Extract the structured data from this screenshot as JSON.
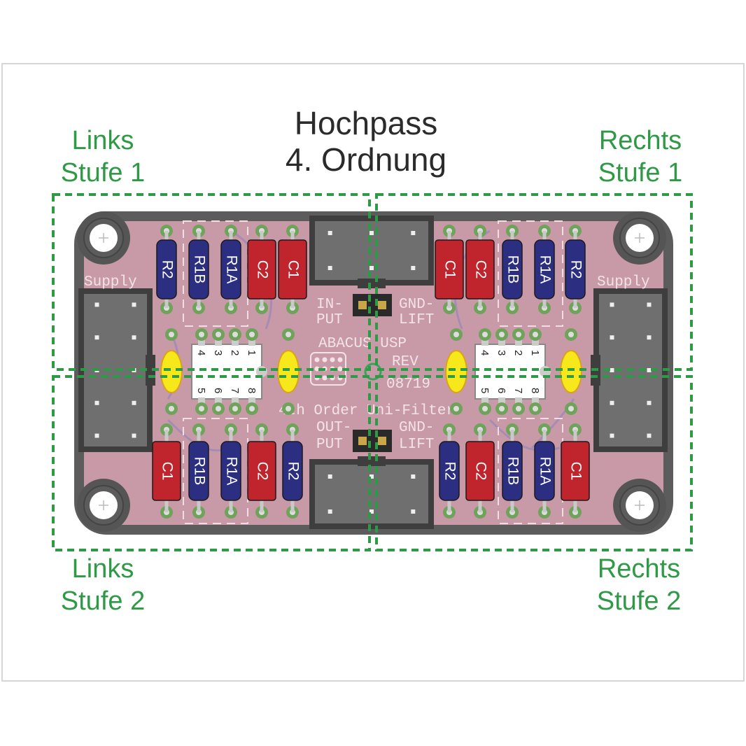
{
  "title": {
    "line1": "Hochpass",
    "line2": "4. Ordnung"
  },
  "quadrants": {
    "top_left": {
      "line1": "Links",
      "line2": "Stufe 1"
    },
    "top_right": {
      "line1": "Rechts",
      "line2": "Stufe 1"
    },
    "bottom_left": {
      "line1": "Links",
      "line2": "Stufe 2"
    },
    "bottom_right": {
      "line1": "Rechts",
      "line2": "Stufe 2"
    }
  },
  "pcb": {
    "supply_label": "Supply",
    "input_label": [
      "IN-",
      "PUT"
    ],
    "output_label": [
      "OUT-",
      "PUT"
    ],
    "gnd_lift_label": [
      "GND-",
      "LIFT"
    ],
    "brand": "ABACUS USP",
    "rev": [
      "REV",
      "08719"
    ],
    "subtitle": "4th Order Uni-Filter",
    "ic_pins_top": [
      "4",
      "3",
      "2",
      "1"
    ],
    "ic_pins_bottom": [
      "5",
      "6",
      "7",
      "8"
    ],
    "components": {
      "top_left": [
        "R2",
        "R1B",
        "R1A",
        "C2",
        "C1"
      ],
      "top_right": [
        "C1",
        "C2",
        "R1B",
        "R1A",
        "R2"
      ],
      "bottom_left": [
        "C1",
        "R1B",
        "R1A",
        "C2",
        "R2"
      ],
      "bottom_right": [
        "R2",
        "C2",
        "R1B",
        "R1A",
        "C1"
      ]
    }
  },
  "colors": {
    "board": "#c89aa8",
    "capacitor": "#c0242d",
    "resistor": "#2c2e82",
    "led": "#f6e81a",
    "annotation": "#2e9a46",
    "frame": "#d6d6d6"
  }
}
